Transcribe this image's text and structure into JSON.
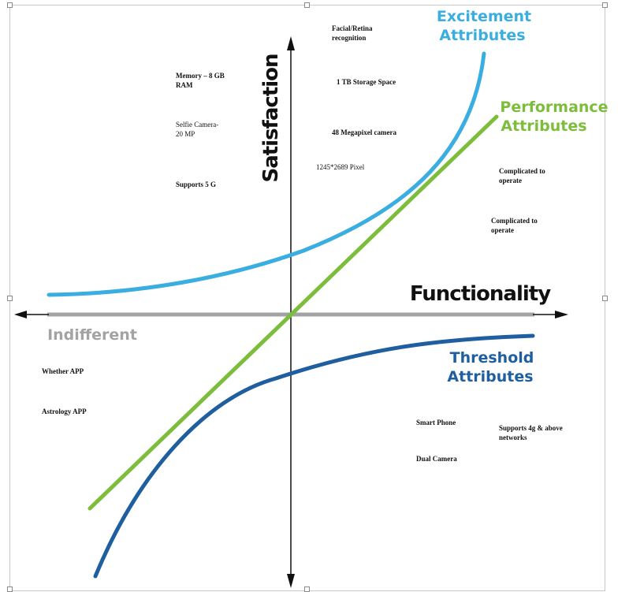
{
  "axes": {
    "x_label": "Functionality",
    "y_label": "Satisfaction"
  },
  "curves": {
    "excitement": {
      "line1": "Excitement",
      "line2": "Attributes",
      "color": "#3aaee0"
    },
    "performance": {
      "line1": "Performance",
      "line2": "Attributes",
      "color": "#7cbd3c"
    },
    "threshold": {
      "line1": "Threshold",
      "line2": "Attributes",
      "color": "#1f5fa0"
    },
    "indifferent": {
      "label": "Indifferent",
      "color": "#a3a3a3"
    }
  },
  "notes": {
    "facial": {
      "line1": "Facial/Retina",
      "line2": "recognition"
    },
    "memory": {
      "line1": "Memory – 8 GB",
      "line2": "RAM"
    },
    "storage": "1 TB Storage Space",
    "selfie": {
      "line1": "Selfie Camera-",
      "line2": "20 MP"
    },
    "megapixel": "48 Megapixel camera",
    "pixel": "1245*2689 Pixel",
    "supports5g": "Supports 5 G",
    "complicated1": {
      "line1": "Complicated to",
      "line2": "operate"
    },
    "complicated2": {
      "line1": "Complicated to",
      "line2": "operate"
    },
    "weather": "Whether APP",
    "astrology": "Astrology APP",
    "smartphone": "Smart Phone",
    "supports4g": {
      "line1": "Supports 4g & above",
      "line2": "networks"
    },
    "dualcamera": "Dual Camera"
  }
}
